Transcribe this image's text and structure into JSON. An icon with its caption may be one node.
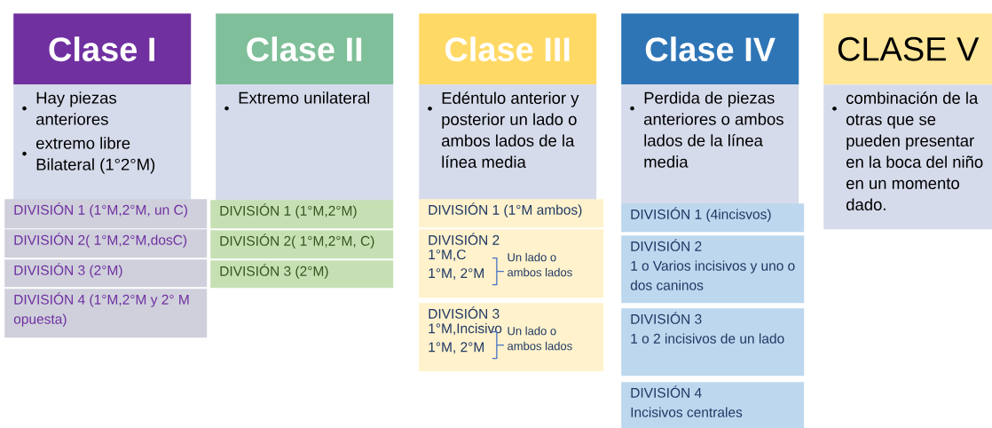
{
  "diagram": {
    "nodes": [
      {
        "text": [
          "Clase I"
        ]
      },
      {
        "text": [
          "Hay piezas anteriores",
          "extremo libre Bilateral (1°2°M)"
        ]
      },
      {
        "text": [
          "DIVISIÓN 1 (1°M,2°M, un C)"
        ]
      },
      {
        "text": [
          "DIVISIÓN 2( 1°M,2°M,dosC)"
        ]
      },
      {
        "text": [
          "DIVISIÓN 3 (2°M)"
        ]
      },
      {
        "text": [
          "DIVISIÓN 4 (1°M,2°M y 2° M opuesta)"
        ]
      },
      {
        "text": [
          "Clase II"
        ]
      },
      {
        "text": [
          "Extremo unilateral"
        ]
      },
      {
        "text": [
          "DIVISIÓN 1 (1°M,2°M)"
        ]
      },
      {
        "text": [
          "DIVISIÓN 2( 1°M,2°M, C)"
        ]
      },
      {
        "text": [
          "DIVISIÓN 3 (2°M)"
        ]
      },
      {
        "text": [
          "Clase III"
        ]
      },
      {
        "text": [
          "Edéntulo anterior y posterior un lado o ambos lados de la línea media"
        ]
      },
      {
        "text": [
          "DIVISIÓN 1 (1°M ambos)"
        ]
      },
      {
        "text": [
          "DIVISIÓN 2",
          "1°M,C",
          "1°M, 2°M",
          "Un lado o ambos lados"
        ]
      },
      {
        "text": [
          "DIVISIÓN 3",
          "1°M,Incisivo",
          "1°M, 2°M",
          "Un lado o ambos lados"
        ]
      },
      {
        "text": [
          "Clase IV"
        ]
      },
      {
        "text": [
          "Perdida de piezas anteriores o ambos lados de la línea media"
        ]
      },
      {
        "text": [
          "DIVISIÓN 1 (4incisvos)"
        ]
      },
      {
        "text": [
          "DIVISIÓN 2",
          "1 o Varios incisivos y uno o dos caninos"
        ]
      },
      {
        "text": [
          "DIVISIÓN 3",
          "1 o 2 incisivos de un lado"
        ]
      },
      {
        "text": [
          "DIVISIÓN 4",
          "Incisivos centrales"
        ]
      },
      {
        "text": [
          "CLASE V"
        ]
      },
      {
        "text": [
          "combinación de la otras que se pueden presentar en la boca del niño en un momento dado."
        ]
      }
    ]
  }
}
